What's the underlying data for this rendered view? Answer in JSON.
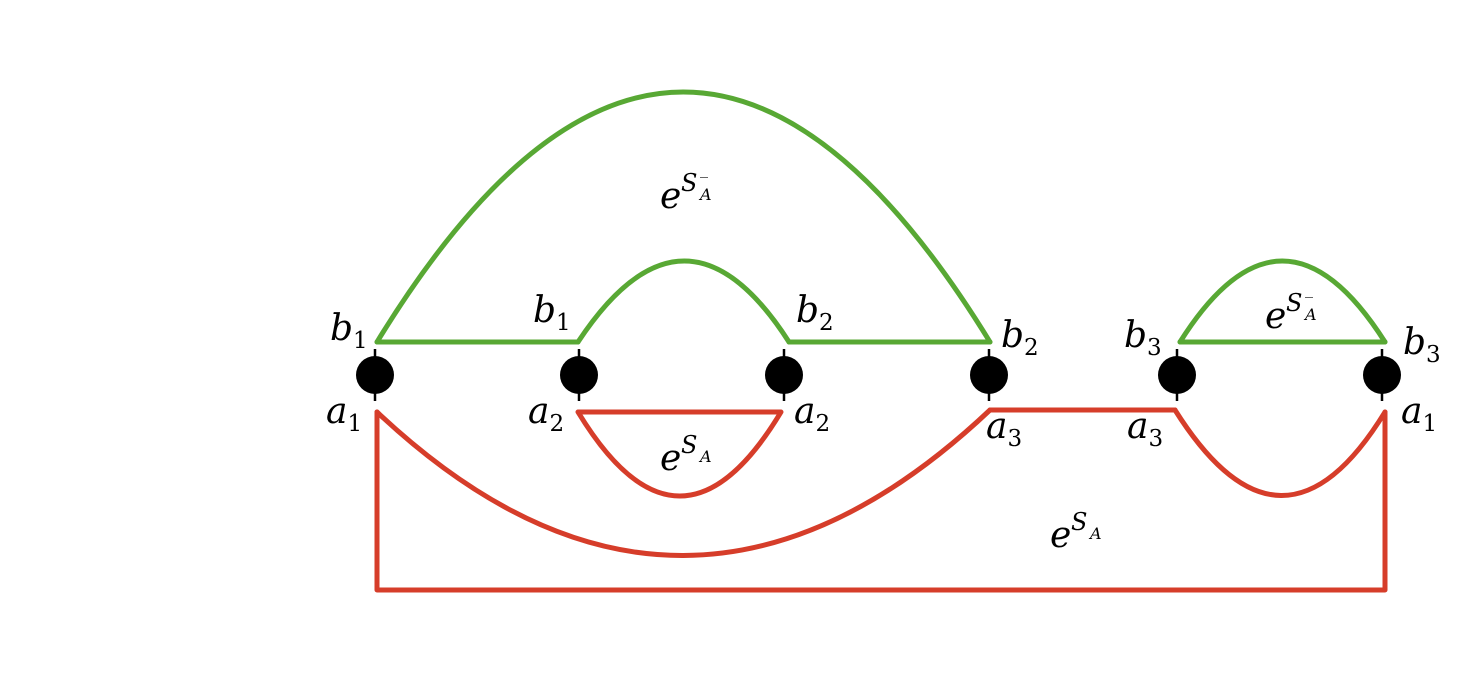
{
  "colors": {
    "green": "#58a834",
    "red": "#d63d2a",
    "node": "#000000"
  },
  "top_labels": [
    {
      "base": "b",
      "sub": "1"
    },
    {
      "base": "b",
      "sub": "1"
    },
    {
      "base": "b",
      "sub": "2"
    },
    {
      "base": "b",
      "sub": "2"
    },
    {
      "base": "b",
      "sub": "3"
    },
    {
      "base": "b",
      "sub": "3"
    }
  ],
  "bottom_labels": [
    {
      "base": "a",
      "sub": "1"
    },
    {
      "base": "a",
      "sub": "2"
    },
    {
      "base": "a",
      "sub": "2"
    },
    {
      "base": "a",
      "sub": "3"
    },
    {
      "base": "a",
      "sub": "3"
    },
    {
      "base": "a",
      "sub": "1"
    }
  ],
  "weights": [
    {
      "e": "e",
      "S": "S",
      "sub": "A",
      "bar": "‾"
    },
    {
      "e": "e",
      "S": "S",
      "sub": "A",
      "bar": "‾"
    },
    {
      "e": "e",
      "S": "S",
      "sub": "A",
      "bar": ""
    },
    {
      "e": "e",
      "S": "S",
      "sub": "A",
      "bar": ""
    }
  ]
}
